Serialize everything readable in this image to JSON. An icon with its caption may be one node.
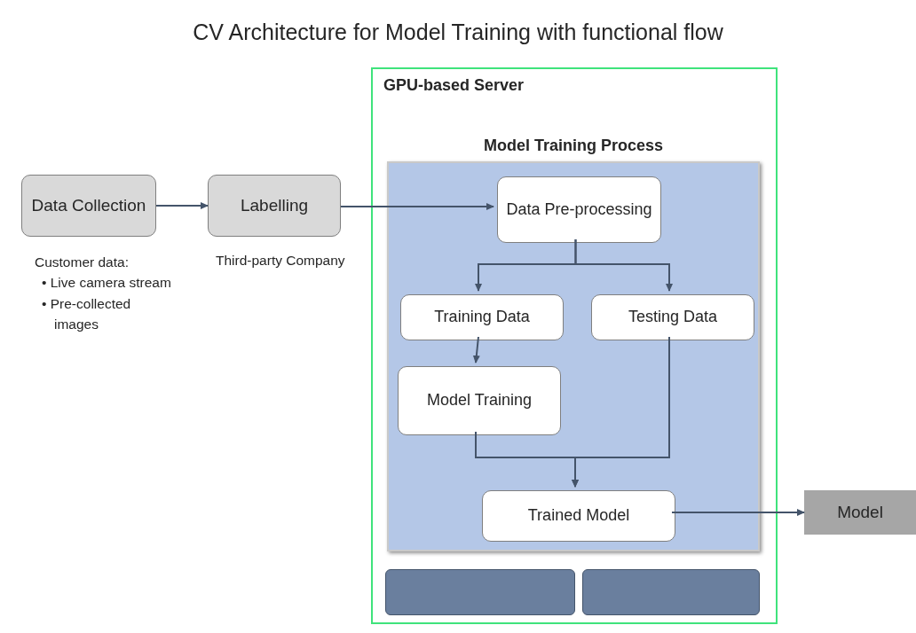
{
  "diagram": {
    "title": "CV Architecture for Model Training with functional flow",
    "nodes": [
      {
        "text": [
          "Data Collection"
        ],
        "beside": [
          "Customer data:",
          "• Live camera stream",
          "• Pre-collected images"
        ]
      },
      {
        "text": [
          "Labelling"
        ],
        "beside": [
          "Third-party Company"
        ]
      },
      {
        "text": [
          "GPU-based Server"
        ]
      },
      {
        "text": [
          "Model Training Process"
        ],
        "in": 2
      },
      {
        "text": [
          "Data Pre-processing"
        ],
        "in": 3
      },
      {
        "text": [
          "Training Data"
        ],
        "in": 3
      },
      {
        "text": [
          "Testing Data"
        ],
        "in": 3
      },
      {
        "text": [
          "Model Training"
        ],
        "in": 3
      },
      {
        "text": [
          "Trained Model"
        ],
        "in": 3
      },
      {
        "text": [],
        "shape": "box",
        "in": 2
      },
      {
        "text": [],
        "shape": "box",
        "in": 2
      },
      {
        "text": [
          "Model"
        ]
      }
    ],
    "edges": [
      {
        "from": 0,
        "to": 1,
        "arrow": "to"
      },
      {
        "from": 1,
        "to": 4,
        "arrow": "to"
      },
      {
        "from": 4,
        "to": 5,
        "arrow": "to"
      },
      {
        "from": 4,
        "to": 6,
        "arrow": "to"
      },
      {
        "from": 5,
        "to": 7,
        "arrow": "to"
      },
      {
        "from": 7,
        "to": 8,
        "arrow": "to"
      },
      {
        "from": 6,
        "to": 8,
        "arrow": "to"
      },
      {
        "from": 8,
        "to": 11,
        "arrow": "to"
      }
    ]
  }
}
